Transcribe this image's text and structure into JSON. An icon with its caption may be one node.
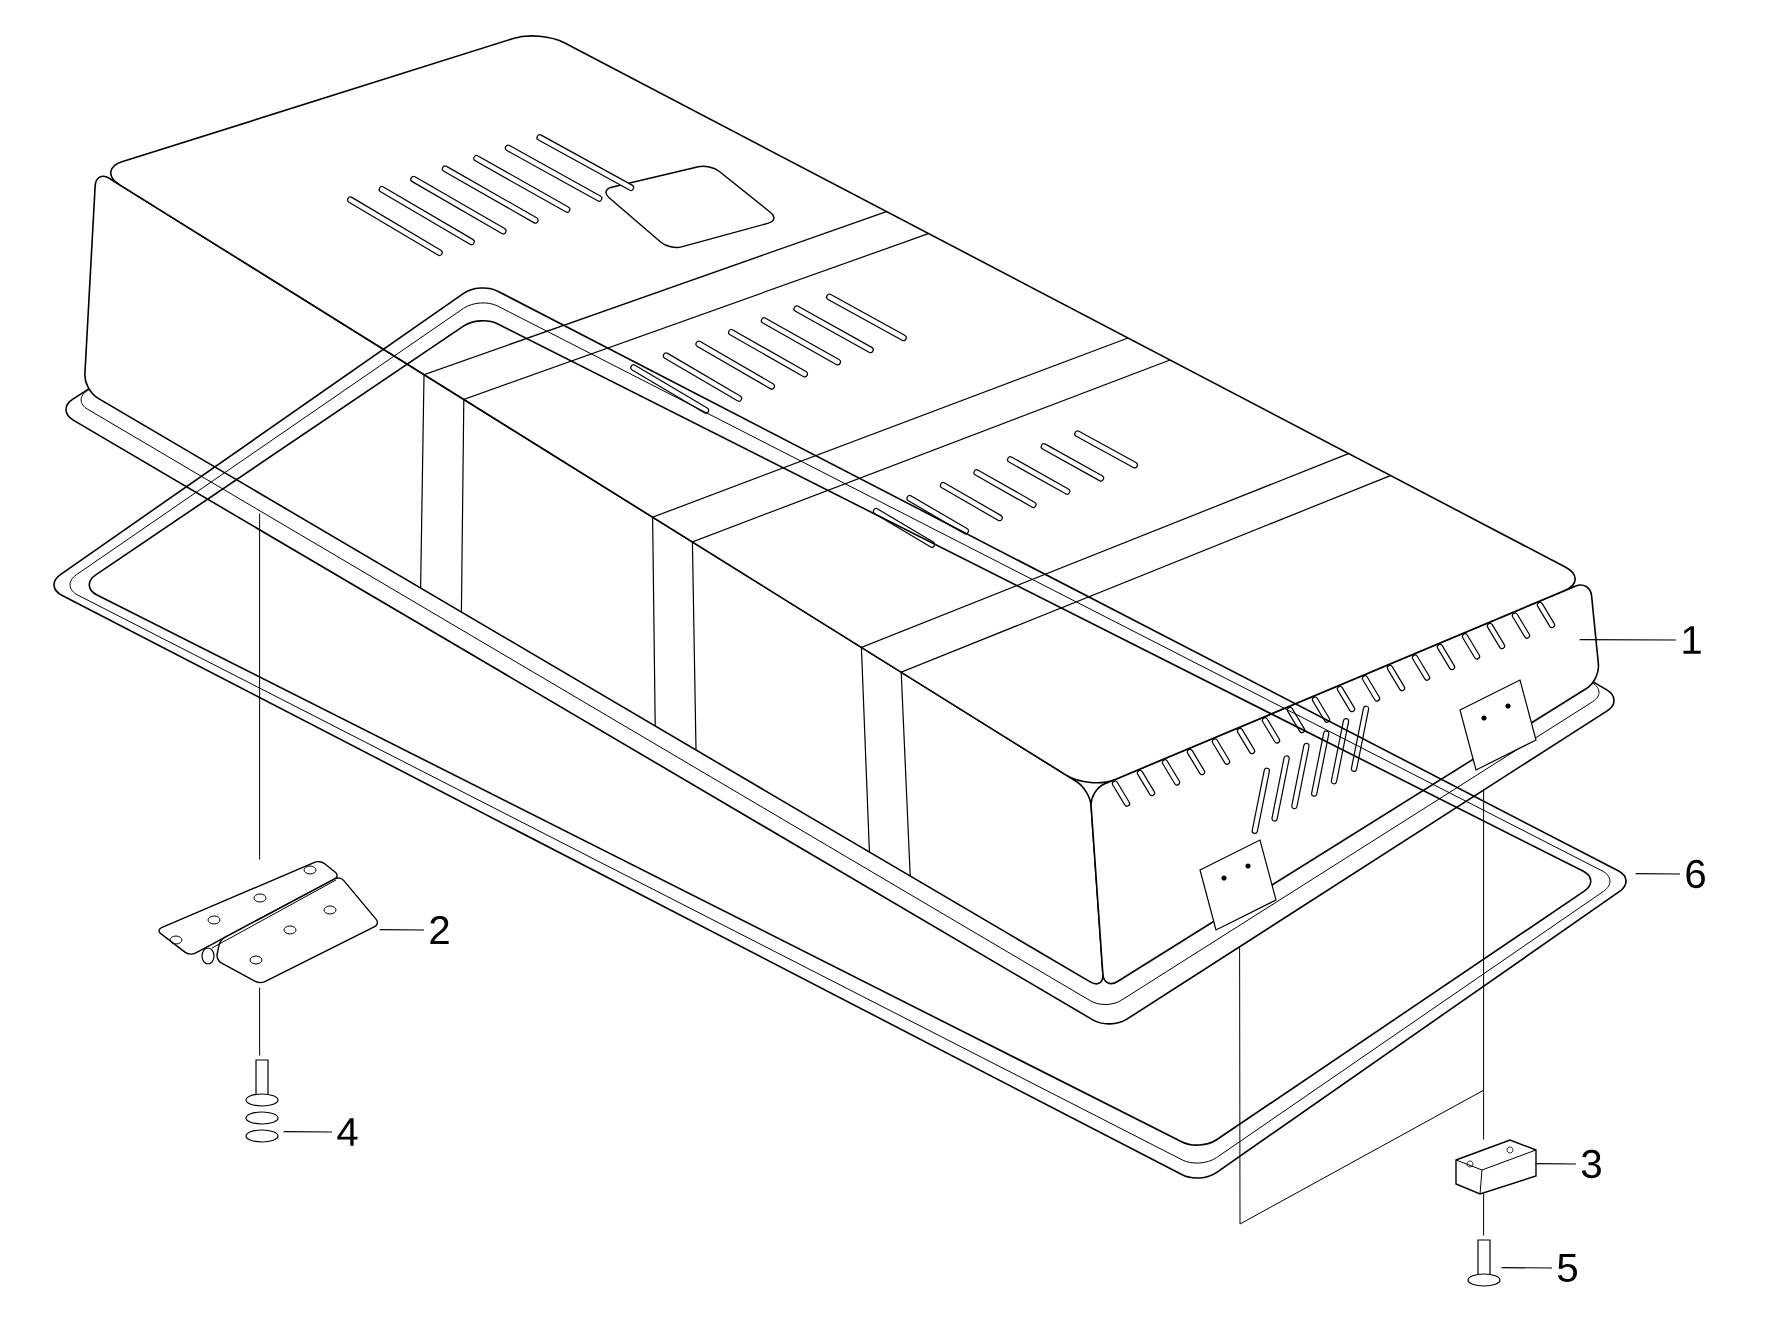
{
  "diagram": {
    "nodes": [
      {
        "text": [],
        "shape": "picture"
      },
      {
        "text": [
          "1"
        ]
      },
      {
        "text": [],
        "shape": "picture"
      },
      {
        "text": [
          "6"
        ]
      },
      {
        "text": [],
        "shape": "picture"
      },
      {
        "text": [
          "2"
        ]
      },
      {
        "text": [],
        "shape": "picture"
      },
      {
        "text": [
          "4"
        ]
      },
      {
        "text": [],
        "shape": "picture"
      },
      {
        "text": [
          "3"
        ]
      },
      {
        "text": [],
        "shape": "picture"
      },
      {
        "text": [
          "5"
        ]
      }
    ],
    "edges": [
      {
        "from": 1,
        "to": 0,
        "arrow": "none"
      },
      {
        "from": 3,
        "to": 2,
        "arrow": "none"
      },
      {
        "from": 5,
        "to": 4,
        "arrow": "none"
      },
      {
        "from": 7,
        "to": 6,
        "arrow": "none"
      },
      {
        "from": 9,
        "to": 8,
        "arrow": "none"
      },
      {
        "from": 11,
        "to": 10,
        "arrow": "none"
      },
      {
        "from": 2,
        "to": 4,
        "arrow": "none"
      },
      {
        "from": 4,
        "to": 6,
        "arrow": "none"
      },
      {
        "from": 0,
        "to": 8,
        "arrow": "none"
      },
      {
        "from": 8,
        "to": 10,
        "arrow": "none"
      },
      {
        "from": 2,
        "to": 8,
        "arrow": "none"
      }
    ]
  }
}
